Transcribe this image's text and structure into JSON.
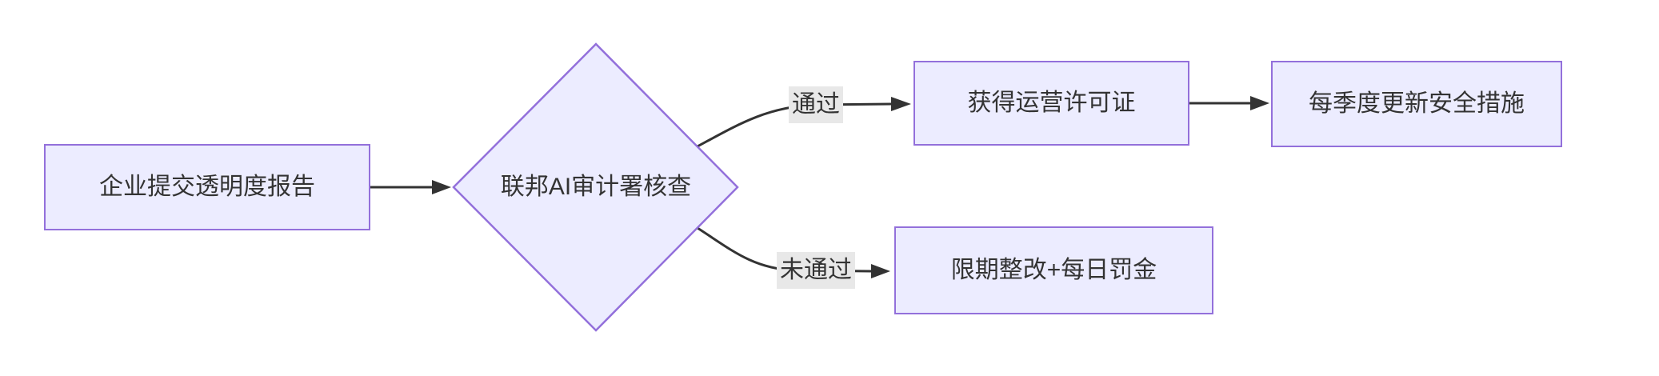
{
  "diagram": {
    "type": "flowchart",
    "direction": "left-to-right",
    "nodes": [
      {
        "id": "A",
        "shape": "rectangle",
        "label": "企业提交透明度报告"
      },
      {
        "id": "B",
        "shape": "diamond",
        "label": "联邦AI审计署核查"
      },
      {
        "id": "C",
        "shape": "rectangle",
        "label": "获得运营许可证"
      },
      {
        "id": "D",
        "shape": "rectangle",
        "label": "每季度更新安全措施"
      },
      {
        "id": "E",
        "shape": "rectangle",
        "label": "限期整改+每日罚金"
      }
    ],
    "edges": [
      {
        "from": "A",
        "to": "B",
        "label": ""
      },
      {
        "from": "B",
        "to": "C",
        "label": "通过"
      },
      {
        "from": "B",
        "to": "E",
        "label": "未通过"
      },
      {
        "from": "C",
        "to": "D",
        "label": ""
      }
    ],
    "colors": {
      "node_fill": "#ECECFF",
      "node_border": "#9370DB",
      "edge_line": "#333333",
      "edge_label_bg": "#e8e8e8",
      "text": "#333333",
      "background": "#ffffff"
    }
  }
}
